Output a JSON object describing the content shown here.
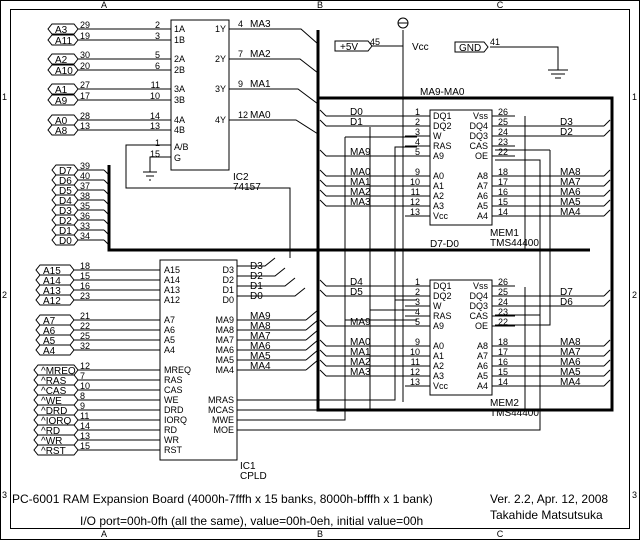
{
  "frame": {
    "cols": [
      "A",
      "B",
      "C"
    ],
    "rows": [
      "1",
      "2",
      "3"
    ]
  },
  "ic2": {
    "ref": "IC2",
    "part": "74157",
    "left_pins": [
      {
        "num": "2",
        "name": "1A"
      },
      {
        "num": "3",
        "name": "1B"
      },
      {
        "num": "5",
        "name": "2A"
      },
      {
        "num": "6",
        "name": "2B"
      },
      {
        "num": "11",
        "name": "3A"
      },
      {
        "num": "10",
        "name": "3B"
      },
      {
        "num": "14",
        "name": "4A"
      },
      {
        "num": "13",
        "name": "4B"
      },
      {
        "num": "1",
        "name": "A/B"
      },
      {
        "num": "15",
        "name": "G"
      }
    ],
    "right_pins": [
      {
        "num": "4",
        "name": "1Y",
        "net": "MA3"
      },
      {
        "num": "7",
        "name": "2Y",
        "net": "MA2"
      },
      {
        "num": "9",
        "name": "3Y",
        "net": "MA1"
      },
      {
        "num": "12",
        "name": "4Y",
        "net": "MA0"
      }
    ],
    "inputs": [
      {
        "net": "A3",
        "num": "29"
      },
      {
        "net": "A11",
        "num": "19"
      },
      {
        "net": "A2",
        "num": "30"
      },
      {
        "net": "A10",
        "num": "20"
      },
      {
        "net": "A1",
        "num": "27"
      },
      {
        "net": "A9",
        "num": "17"
      },
      {
        "net": "A0",
        "num": "28"
      },
      {
        "net": "A8",
        "num": "13"
      }
    ]
  },
  "data_bus": [
    {
      "net": "D7",
      "num": "39"
    },
    {
      "net": "D6",
      "num": "40"
    },
    {
      "net": "D5",
      "num": "37"
    },
    {
      "net": "D4",
      "num": "38"
    },
    {
      "net": "D3",
      "num": "35"
    },
    {
      "net": "D2",
      "num": "36"
    },
    {
      "net": "D1",
      "num": "33"
    },
    {
      "net": "D0",
      "num": "34"
    }
  ],
  "power": {
    "p5v": "+5V",
    "p5v_num": "45",
    "vcc": "Vcc",
    "gnd": "GND",
    "gnd_num": "41"
  },
  "bus_labels": {
    "ma_bus": "MA9-MA0",
    "d_bus": "D7-D0"
  },
  "mem1": {
    "ref": "MEM1",
    "part": "TMS44400",
    "left_pins": [
      {
        "num": "1",
        "name": "DQ1",
        "net": "D0"
      },
      {
        "num": "2",
        "name": "DQ2",
        "net": "D1"
      },
      {
        "num": "3",
        "name": "W",
        "net": ""
      },
      {
        "num": "4",
        "name": "RAS",
        "net": ""
      },
      {
        "num": "5",
        "name": "A9",
        "net": "MA9"
      },
      {
        "num": "9",
        "name": "A0",
        "net": "MA0"
      },
      {
        "num": "10",
        "name": "A1",
        "net": "MA1"
      },
      {
        "num": "11",
        "name": "A2",
        "net": "MA2"
      },
      {
        "num": "12",
        "name": "A3",
        "net": "MA3"
      },
      {
        "num": "13",
        "name": "Vcc",
        "net": ""
      }
    ],
    "right_pins": [
      {
        "num": "26",
        "name": "Vss",
        "net": ""
      },
      {
        "num": "25",
        "name": "DQ4",
        "net": "D3"
      },
      {
        "num": "24",
        "name": "DQ3",
        "net": "D2"
      },
      {
        "num": "23",
        "name": "CAS",
        "net": ""
      },
      {
        "num": "22",
        "name": "OE",
        "net": ""
      },
      {
        "num": "18",
        "name": "A8",
        "net": "MA8"
      },
      {
        "num": "17",
        "name": "A7",
        "net": "MA7"
      },
      {
        "num": "16",
        "name": "A6",
        "net": "MA6"
      },
      {
        "num": "15",
        "name": "A5",
        "net": "MA5"
      },
      {
        "num": "14",
        "name": "A4",
        "net": "MA4"
      }
    ]
  },
  "mem2": {
    "ref": "MEM2",
    "part": "TMS44400",
    "left_pins": [
      {
        "num": "1",
        "name": "DQ1",
        "net": "D4"
      },
      {
        "num": "2",
        "name": "DQ2",
        "net": "D5"
      },
      {
        "num": "3",
        "name": "W",
        "net": ""
      },
      {
        "num": "4",
        "name": "RAS",
        "net": ""
      },
      {
        "num": "5",
        "name": "A9",
        "net": "MA9"
      },
      {
        "num": "9",
        "name": "A0",
        "net": "MA0"
      },
      {
        "num": "10",
        "name": "A1",
        "net": "MA1"
      },
      {
        "num": "11",
        "name": "A2",
        "net": "MA2"
      },
      {
        "num": "12",
        "name": "A3",
        "net": "MA3"
      },
      {
        "num": "13",
        "name": "Vcc",
        "net": ""
      }
    ],
    "right_pins": [
      {
        "num": "26",
        "name": "Vss",
        "net": ""
      },
      {
        "num": "25",
        "name": "DQ4",
        "net": "D7"
      },
      {
        "num": "24",
        "name": "DQ3",
        "net": "D6"
      },
      {
        "num": "23",
        "name": "CAS",
        "net": ""
      },
      {
        "num": "22",
        "name": "OE",
        "net": ""
      },
      {
        "num": "18",
        "name": "A8",
        "net": "MA8"
      },
      {
        "num": "17",
        "name": "A7",
        "net": "MA7"
      },
      {
        "num": "16",
        "name": "A6",
        "net": "MA6"
      },
      {
        "num": "15",
        "name": "A5",
        "net": "MA5"
      },
      {
        "num": "14",
        "name": "A4",
        "net": "MA4"
      }
    ]
  },
  "ic1": {
    "ref": "IC1",
    "part": "CPLD",
    "left_pins": [
      "A15",
      "A14",
      "A13",
      "A12",
      "A7",
      "A6",
      "A5",
      "A4",
      "MREQ",
      "RAS",
      "CAS",
      "WE",
      "DRD",
      "IORQ",
      "RD",
      "WR",
      "RST"
    ],
    "right_pins": [
      "D3",
      "D2",
      "D1",
      "D0",
      "MA9",
      "MA8",
      "MA7",
      "MA6",
      "MA5",
      "MA4",
      "MRAS",
      "MCAS",
      "MWE",
      "MOE"
    ],
    "right_nets": [
      "D3",
      "D2",
      "D1",
      "D0",
      "MA9",
      "MA8",
      "MA7",
      "MA6",
      "MA5",
      "MA4"
    ],
    "addr_inputs": [
      {
        "net": "A15",
        "num": "18"
      },
      {
        "net": "A14",
        "num": "15"
      },
      {
        "net": "A13",
        "num": "16"
      },
      {
        "net": "A12",
        "num": "23"
      },
      {
        "net": "A7",
        "num": "21"
      },
      {
        "net": "A6",
        "num": "22"
      },
      {
        "net": "A5",
        "num": "25"
      },
      {
        "net": "A4",
        "num": "32"
      }
    ],
    "ctrl_inputs": [
      {
        "net": "^MREQ",
        "num": "12"
      },
      {
        "net": "^RAS",
        "num": "7"
      },
      {
        "net": "^CAS",
        "num": "10"
      },
      {
        "net": "^WE",
        "num": "8"
      },
      {
        "net": "^DRD",
        "num": "9"
      },
      {
        "net": "^IORQ",
        "num": "11"
      },
      {
        "net": "^RD",
        "num": "14"
      },
      {
        "net": "^WR",
        "num": "13"
      },
      {
        "net": "^RST",
        "num": "15"
      }
    ]
  },
  "title_block": {
    "line1": "PC-6001 RAM Expansion Board (4000h-7fffh x 15 banks, 8000h-bfffh x 1 bank)",
    "line2": "I/O port=00h-0fh (all the same), value=00h-0eh, initial value=00h",
    "version": "Ver. 2.2, Apr. 12, 2008",
    "author": "Takahide Matsutsuka"
  }
}
